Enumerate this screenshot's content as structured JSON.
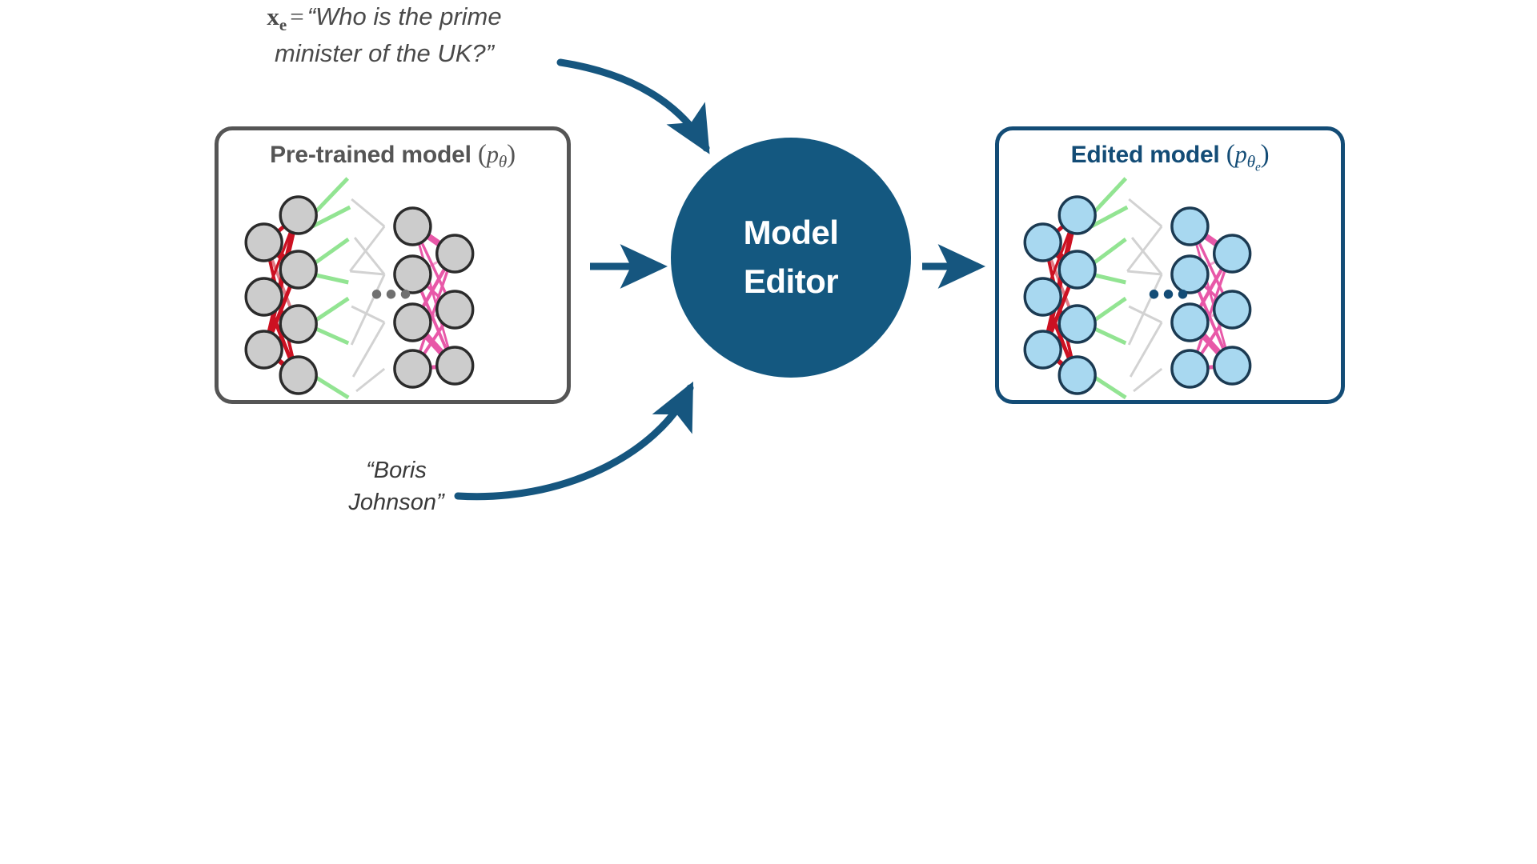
{
  "figure": {
    "title": "Model editing pipeline diagram",
    "background_color": "#ffffff"
  },
  "input_label": {
    "symbol": "x",
    "symbol_subscript": "e",
    "equals": "=",
    "line1": "“Who is the prime",
    "line2": "minister of the UK?”",
    "full_text": "x_e = “Who is the prime minister of the UK?”",
    "color": "#4a4a4a"
  },
  "answer_label": {
    "line1": "“Boris",
    "line2": "Johnson”",
    "full_text": "“Boris Johnson”",
    "color": "#3a3a3a"
  },
  "pretrained_box": {
    "title_main": "Pre-trained model",
    "title_paren_open": "(",
    "title_p": "p",
    "title_sub": "θ",
    "title_paren_close": ")",
    "title_full": "Pre-trained model (pθ)",
    "border_color": "#555555",
    "title_color": "#555555",
    "node_fill": "#cccccc",
    "node_stroke": "#2b2b2b",
    "ellipsis": "•••",
    "ellipsis_color": "#707070"
  },
  "edited_box": {
    "title_main": "Edited model",
    "title_paren_open": "(",
    "title_p": "p",
    "title_sub": "θ",
    "title_sub_sub": "e",
    "title_paren_close": ")",
    "title_full": "Edited model (pθe)",
    "border_color": "#134c76",
    "title_color": "#134c76",
    "node_fill": "#a8d8f0",
    "node_stroke": "#1b3a52",
    "ellipsis": "•••",
    "ellipsis_color": "#134c76"
  },
  "editor_circle": {
    "line1": "Model",
    "line2": "Editor",
    "full_text": "Model Editor",
    "fill_color": "#145880",
    "text_color": "#ffffff"
  },
  "network": {
    "layer_sizes": [
      3,
      4,
      4,
      3
    ],
    "edge_colors": {
      "block1": "#cc1122",
      "block2": "#e858a8",
      "incoming_outgoing_gray": "#bbbbbb",
      "green_outgoing": "#7fe07f"
    }
  },
  "arrows": {
    "color": "#16567f",
    "items": [
      {
        "name": "pretrained-to-editor",
        "kind": "straight",
        "direction": "right"
      },
      {
        "name": "editor-to-edited",
        "kind": "straight",
        "direction": "right"
      },
      {
        "name": "input-to-editor",
        "kind": "curved",
        "direction": "down-right"
      },
      {
        "name": "answer-to-editor",
        "kind": "curved",
        "direction": "up-right"
      }
    ]
  }
}
